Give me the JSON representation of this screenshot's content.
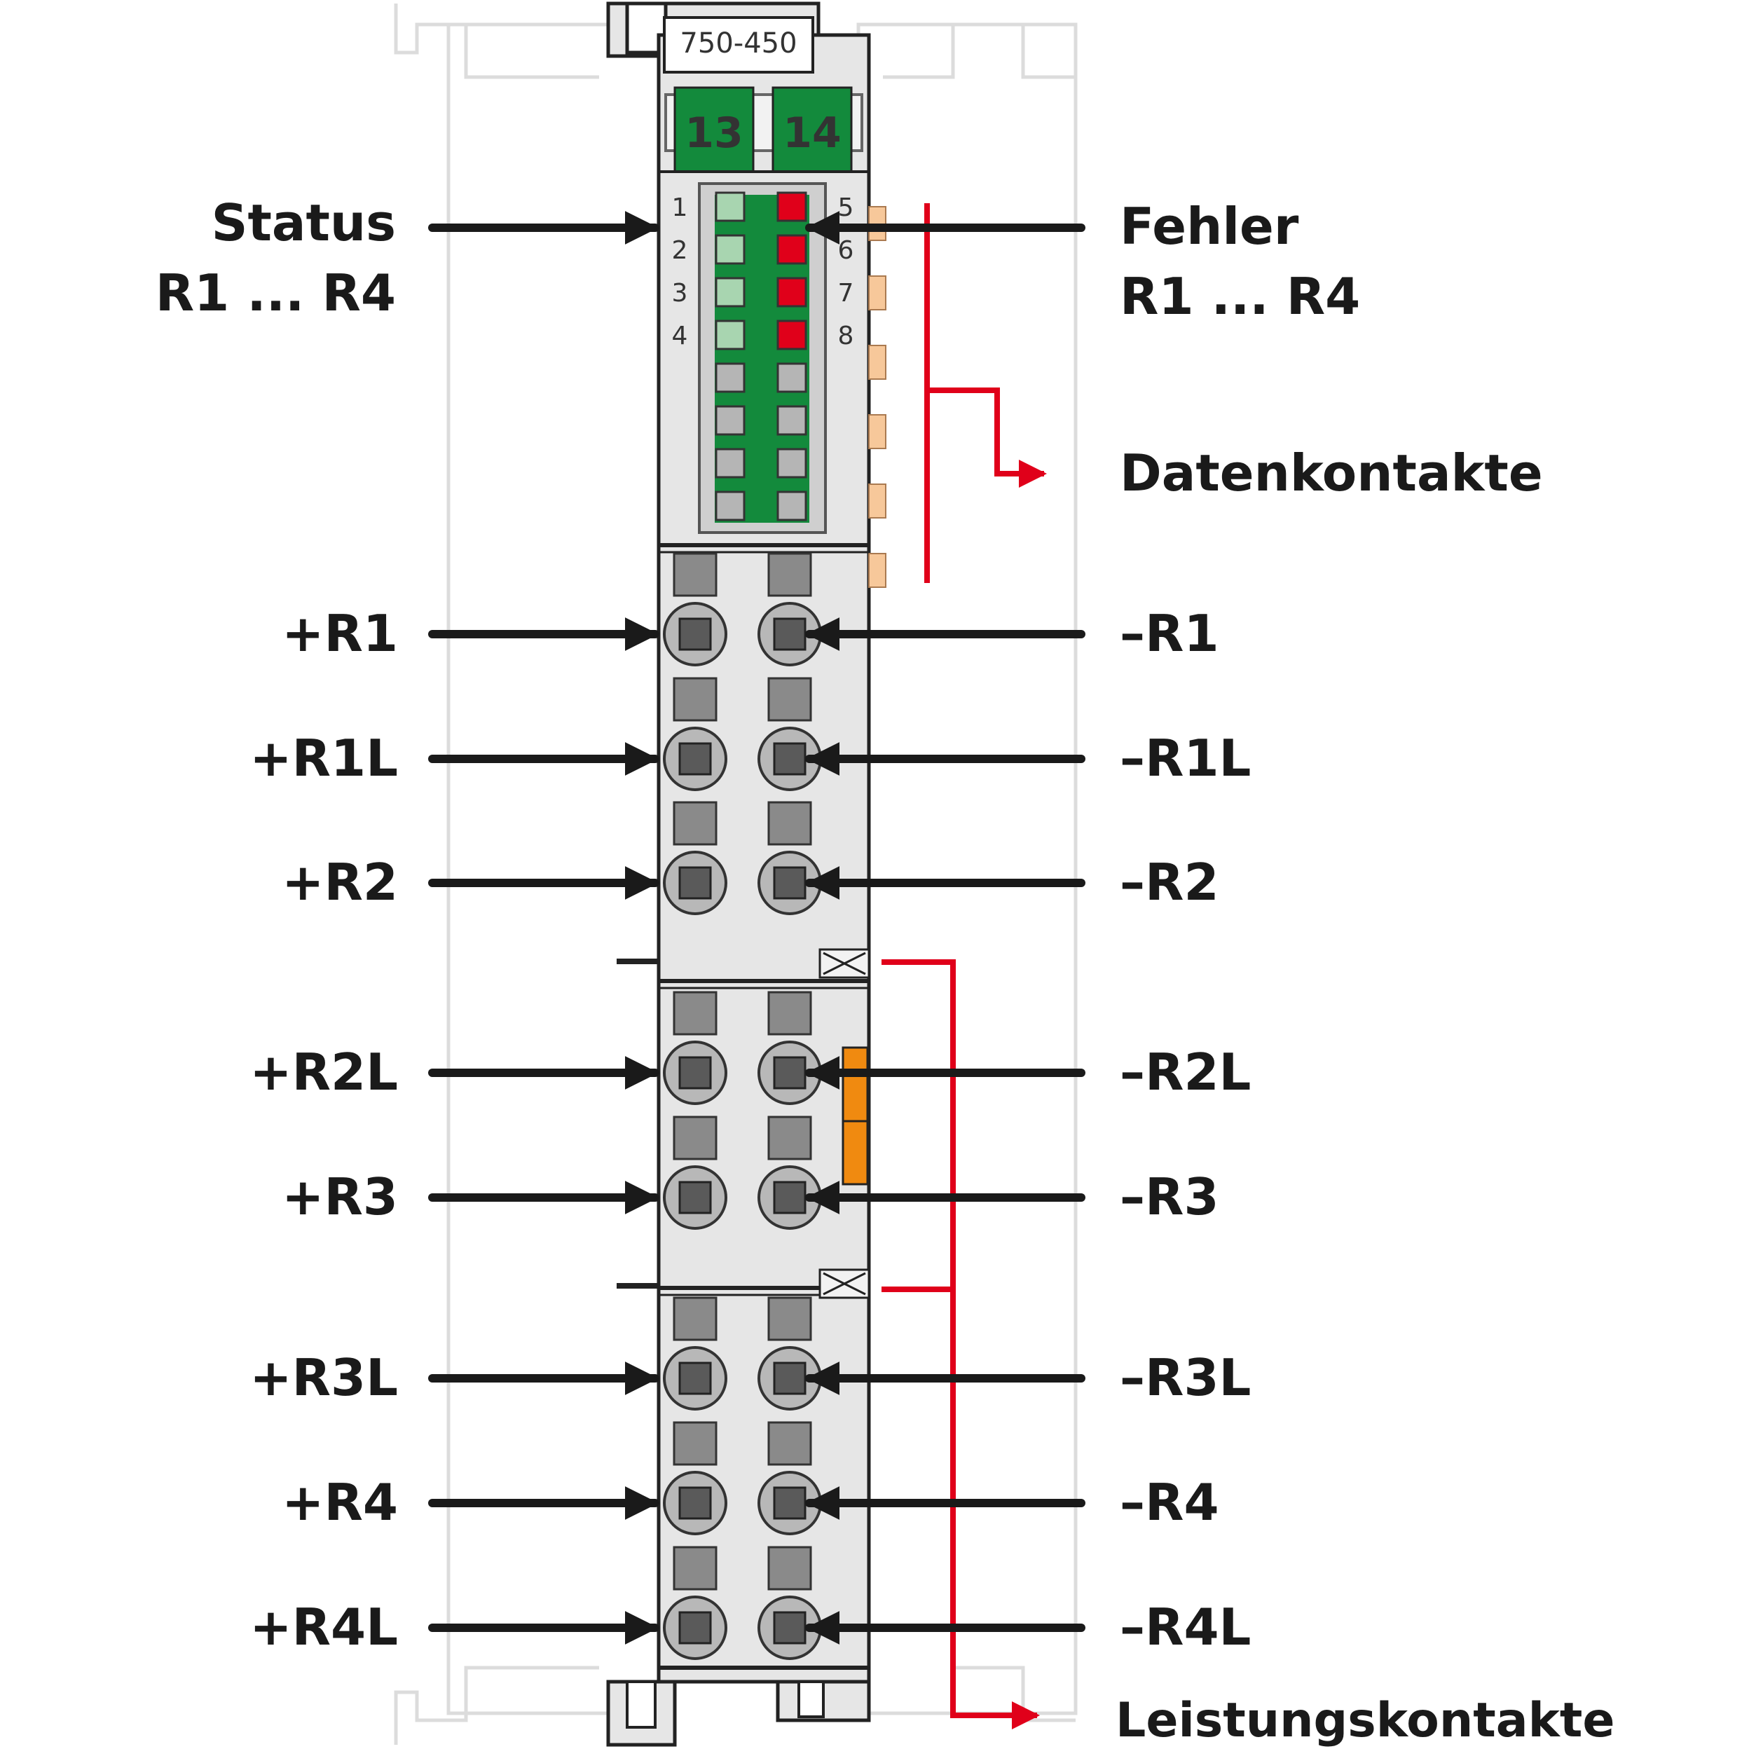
{
  "module": {
    "part_number": "750-450",
    "channel_left": "13",
    "channel_right": "14",
    "led_numbers_left": [
      "1",
      "2",
      "3",
      "4"
    ],
    "led_numbers_right": [
      "5",
      "6",
      "7",
      "8"
    ]
  },
  "labels": {
    "status_line1": "Status",
    "status_line2": "R1 ... R4",
    "fehler_line1": "Fehler",
    "fehler_line2": "R1 ... R4",
    "datenkontakte": "Datenkontakte",
    "leistungskontakte": "Leistungskontakte"
  },
  "left_terminals": [
    "+R1",
    "+R1L",
    "+R2",
    "+R2L",
    "+R3",
    "+R3L",
    "+R4",
    "+R4L"
  ],
  "right_terminals": [
    "–R1",
    "–R1L",
    "–R2",
    "–R2L",
    "–R3",
    "–R3L",
    "–R4",
    "–R4L"
  ],
  "colors": {
    "module_body": "#e6e6e6",
    "green": "#138a3c",
    "led_green": "#a8d5b0",
    "led_red": "#e0001a",
    "arrow": "#1a1a1a",
    "red_line": "#e0001a",
    "contact_orange": "#f7c89a",
    "power_orange": "#f08a10"
  }
}
